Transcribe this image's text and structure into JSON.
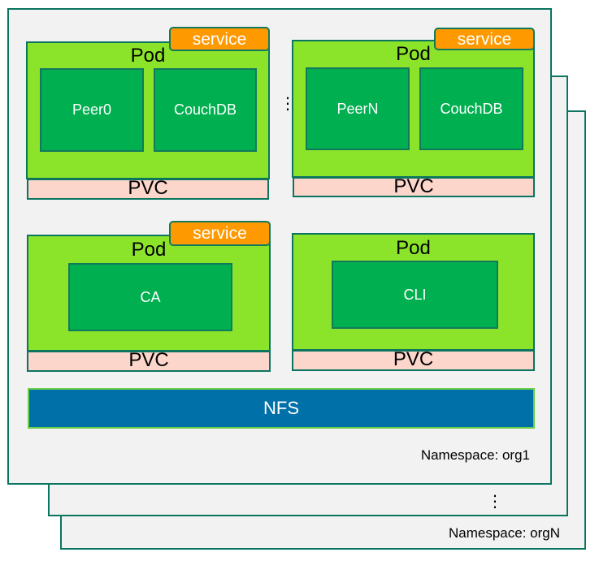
{
  "namespaces": [
    {
      "label": "Namespace: org1"
    },
    {
      "label": ""
    },
    {
      "label": "Namespace: orgN"
    }
  ],
  "ellipsis": "⋮",
  "pods": [
    {
      "title": "Pod",
      "service": "service",
      "containers": [
        "Peer0",
        "CouchDB"
      ],
      "pvc": "PVC"
    },
    {
      "title": "Pod",
      "service": "service",
      "containers": [
        "PeerN",
        "CouchDB"
      ],
      "pvc": "PVC"
    },
    {
      "title": "Pod",
      "service": "service",
      "containers": [
        "CA"
      ],
      "pvc": "PVC"
    },
    {
      "title": "Pod",
      "containers": [
        "CLI"
      ],
      "pvc": "PVC"
    }
  ],
  "nfs": "NFS",
  "colors": {
    "pod": "#8ce42a",
    "container": "#00b050",
    "service": "#ff9900",
    "pvc": "#fcd5cb",
    "nfs": "#0070a8",
    "border": "#0b7560"
  }
}
